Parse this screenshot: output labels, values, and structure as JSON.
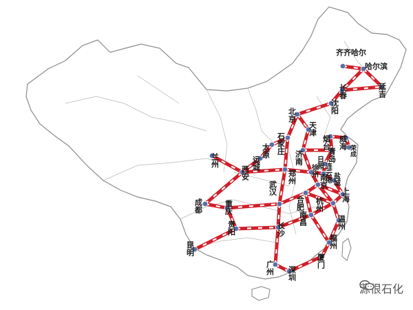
{
  "cities": [
    {
      "id": "qiqihaer",
      "label": "齐齐哈尔"
    },
    {
      "id": "haerbin",
      "label": "哈尔滨"
    },
    {
      "id": "changchun",
      "label": "长春"
    },
    {
      "id": "yanji",
      "label": "延吉"
    },
    {
      "id": "shenyang",
      "label": "沈阳"
    },
    {
      "id": "beijing",
      "label": "北京"
    },
    {
      "id": "tianjin",
      "label": "天津"
    },
    {
      "id": "shijiazhuang",
      "label": "石家庄"
    },
    {
      "id": "taiyuan",
      "label": "太原"
    },
    {
      "id": "jinan",
      "label": "济南"
    },
    {
      "id": "yantai",
      "label": "烟台"
    },
    {
      "id": "weihai",
      "label": "威海"
    },
    {
      "id": "rongcheng",
      "label": "荣成"
    },
    {
      "id": "qingdao",
      "label": "青岛"
    },
    {
      "id": "rizhao",
      "label": "日照"
    },
    {
      "id": "lianyungang",
      "label": "连云港"
    },
    {
      "id": "yuncheng",
      "label": "运城"
    },
    {
      "id": "lanzhou",
      "label": "兰州"
    },
    {
      "id": "xian",
      "label": "西安"
    },
    {
      "id": "zhengzhou",
      "label": "郑州"
    },
    {
      "id": "xuzhou",
      "label": "徐州"
    },
    {
      "id": "yancheng",
      "label": "盐城"
    },
    {
      "id": "nanjing",
      "label": "南京"
    },
    {
      "id": "shanghai",
      "label": "上海"
    },
    {
      "id": "hefei",
      "label": "合肥"
    },
    {
      "id": "hangzhou",
      "label": "杭州"
    },
    {
      "id": "wuhan",
      "label": "武汉"
    },
    {
      "id": "chengdu",
      "label": "成都"
    },
    {
      "id": "chongqing",
      "label": "重庆"
    },
    {
      "id": "nanchang",
      "label": "南昌"
    },
    {
      "id": "wenzhou",
      "label": "温州"
    },
    {
      "id": "guiyang",
      "label": "贵阳"
    },
    {
      "id": "changsha",
      "label": "长沙"
    },
    {
      "id": "fuzhou",
      "label": "福州"
    },
    {
      "id": "kunming",
      "label": "昆明"
    },
    {
      "id": "xiamen",
      "label": "厦门"
    },
    {
      "id": "guangzhou",
      "label": "广州"
    },
    {
      "id": "shenzhen",
      "label": "深圳"
    }
  ],
  "watermark": {
    "text": "源很石化",
    "icon": "wechat-icon"
  },
  "colors": {
    "rail": "#d0202a",
    "rail_casing": "#ffffff",
    "node": "#5a6fa8",
    "border": "#8a8a8a"
  }
}
